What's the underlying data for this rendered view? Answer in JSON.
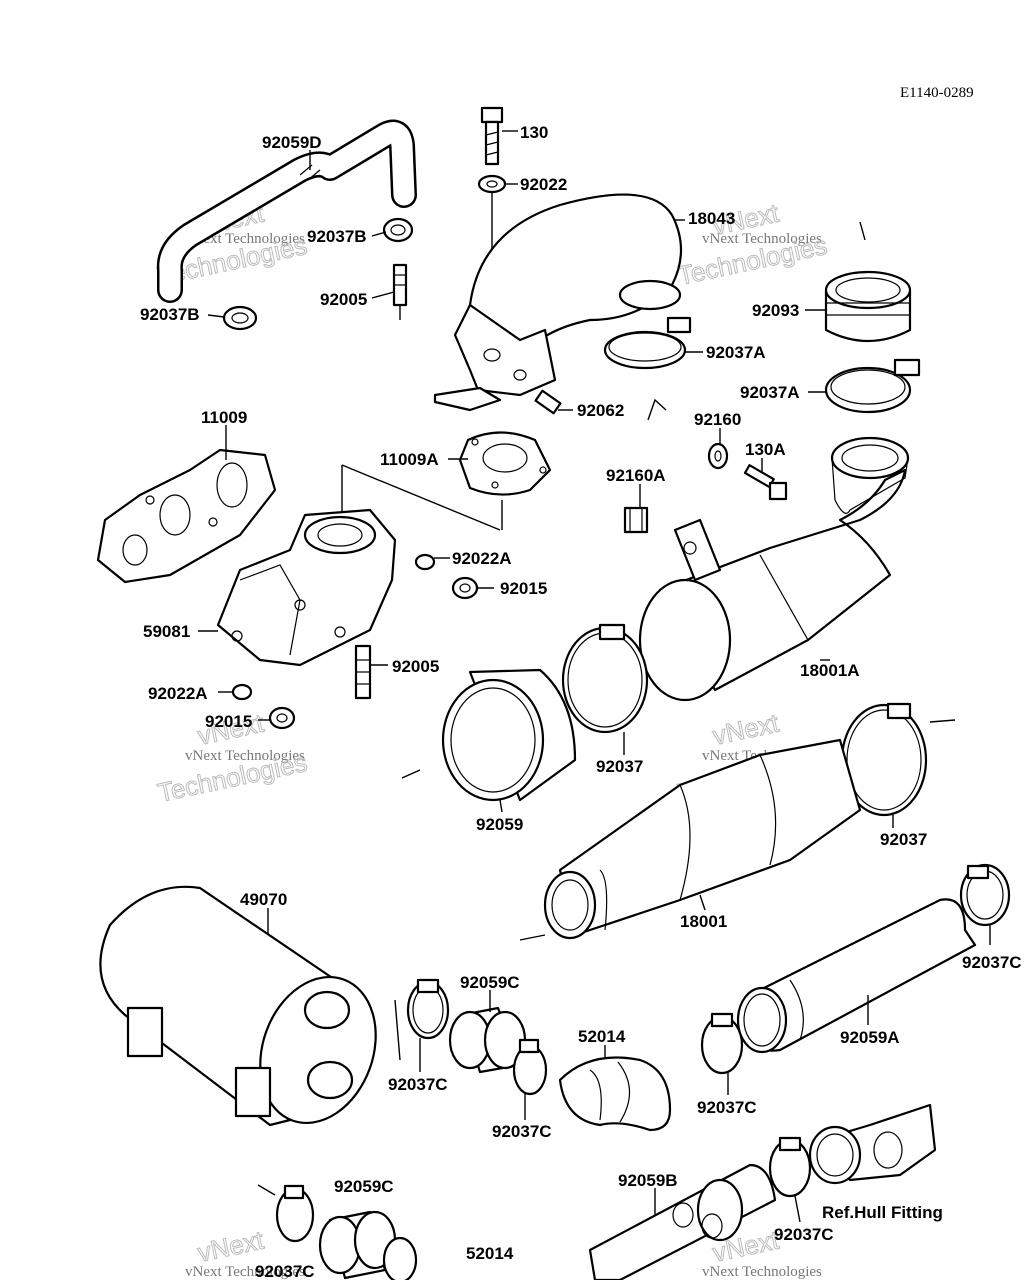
{
  "diagram": {
    "code": "E1140-0289",
    "watermark": {
      "line1": "vNext Technologies",
      "line2": "Technologies",
      "line3": "vNext"
    },
    "labels": {
      "p130": "130",
      "p92022": "92022",
      "p92059D": "92059D",
      "p18043": "18043",
      "p92037B_a": "92037B",
      "p92005_a": "92005",
      "p92037B_b": "92037B",
      "p92093": "92093",
      "p92037A_a": "92037A",
      "p92037A_b": "92037A",
      "p92062": "92062",
      "p11009": "11009",
      "p92160": "92160",
      "p11009A": "11009A",
      "p130A": "130A",
      "p92160A": "92160A",
      "p92022A_a": "92022A",
      "p92015_a": "92015",
      "p59081": "59081",
      "p92005_b": "92005",
      "p18001A": "18001A",
      "p92022A_b": "92022A",
      "p92015_b": "92015",
      "p92037_a": "92037",
      "p92059": "92059",
      "p92037_b": "92037",
      "p49070": "49070",
      "p18001": "18001",
      "p92037C_a": "92037C",
      "p92059C_a": "92059C",
      "p52014_a": "52014",
      "p92037C_b": "92037C",
      "p92037C_c": "92037C",
      "p92059A": "92059A",
      "p92037C_d": "92037C",
      "p92059C_b": "92059C",
      "p92059B": "92059B",
      "ref_hull": "Ref.Hull Fitting",
      "p92037C_e": "92037C",
      "p52014_b": "52014",
      "p92037C_f": "92037C"
    }
  }
}
